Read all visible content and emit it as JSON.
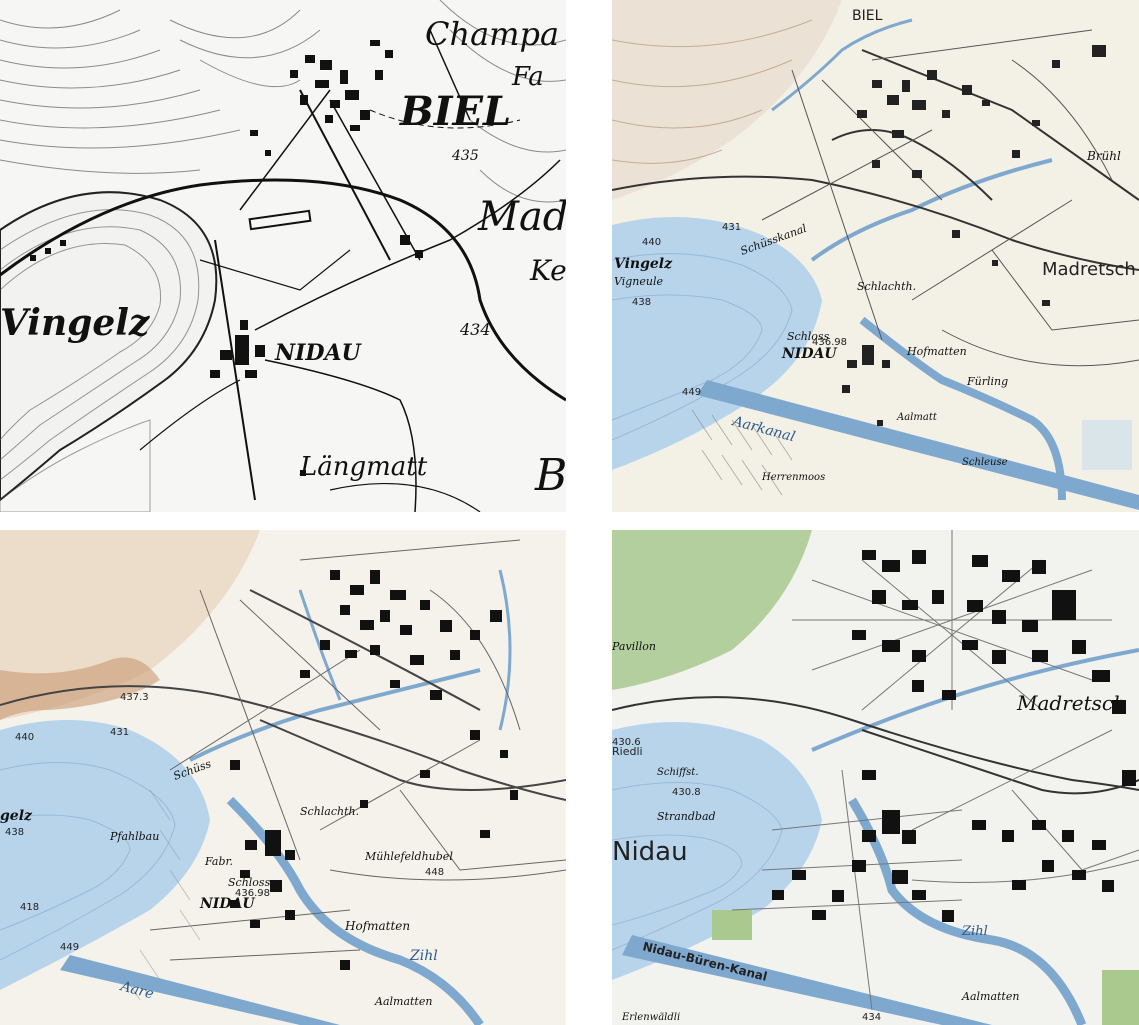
{
  "panels": [
    {
      "id": "p1",
      "style": "monochrome-hachure",
      "labels": {
        "biel": "BIEL",
        "champ": "Champa",
        "fa": "Fa",
        "madr": "Madr",
        "ke": "Ke",
        "vingelz": "Vingelz",
        "nidau": "NIDAU",
        "langmatt": "Längmatt",
        "b": "B",
        "elev_435": "435",
        "elev_434": "434"
      }
    },
    {
      "id": "p2",
      "style": "color-early",
      "labels": {
        "biel": "BIEL",
        "vingelz": "Vingelz",
        "vignenle": "Vigneule",
        "schusskanal": "Schüsskanal",
        "nidau": "NIDAU",
        "schloss": "Schloss",
        "schlachth": "Schlachth.",
        "madretsch": "Madretsch",
        "bruhl": "Brühl",
        "aarkanal": "Aarkanal",
        "hofmatten": "Hofmatten",
        "furling": "Fürling",
        "schleuse": "Schleuse",
        "aalmatt": "Aalmatt",
        "herrenmoos": "Herrenmoos",
        "elev_431": "431",
        "elev_438": "438",
        "elev_440": "440",
        "elev_43698": "436.98",
        "elev_449": "449"
      }
    },
    {
      "id": "p3",
      "style": "color-mid",
      "labels": {
        "gelz": "gelz",
        "schuss": "Schüss",
        "pfahlbau": "Pfahlbau",
        "schlachth": "Schlachth.",
        "muhlefeldhubel": "Mühlefeldhubel",
        "nidau": "NIDAU",
        "schloss": "Schloss",
        "hofmatten": "Hofmatten",
        "zihl": "Zihl",
        "aare": "Aare",
        "aalmatten": "Aalmatten",
        "fabr": "Fabr.",
        "elev_437": "437.3",
        "elev_431": "431",
        "elev_440": "440",
        "elev_438": "438",
        "elev_418": "418",
        "elev_448": "448",
        "elev_43698": "436.98",
        "elev_449": "449"
      }
    },
    {
      "id": "p4",
      "style": "color-modern",
      "labels": {
        "nidau": "Nidau",
        "madretsch": "Madretsch",
        "riedli": "Riedli",
        "schiffsta": "Schiffst.",
        "strandbad": "Strandbad",
        "zihl": "Zihl",
        "kanal": "Nidau-Büren-Kanal",
        "aalmatten": "Aalmatten",
        "pavillon": "Pavillon",
        "erlenwaldli": "Erlenwäldli",
        "elev_4306": "430.6",
        "elev_4308": "430.8",
        "elev_434": "434"
      }
    }
  ],
  "colors": {
    "water": "#b8d4ea",
    "water_dark": "#7fa8cf",
    "paper": "#f4f2ea",
    "ink": "#111111",
    "relief": "#c7a58a",
    "forest": "#a9c98f"
  }
}
